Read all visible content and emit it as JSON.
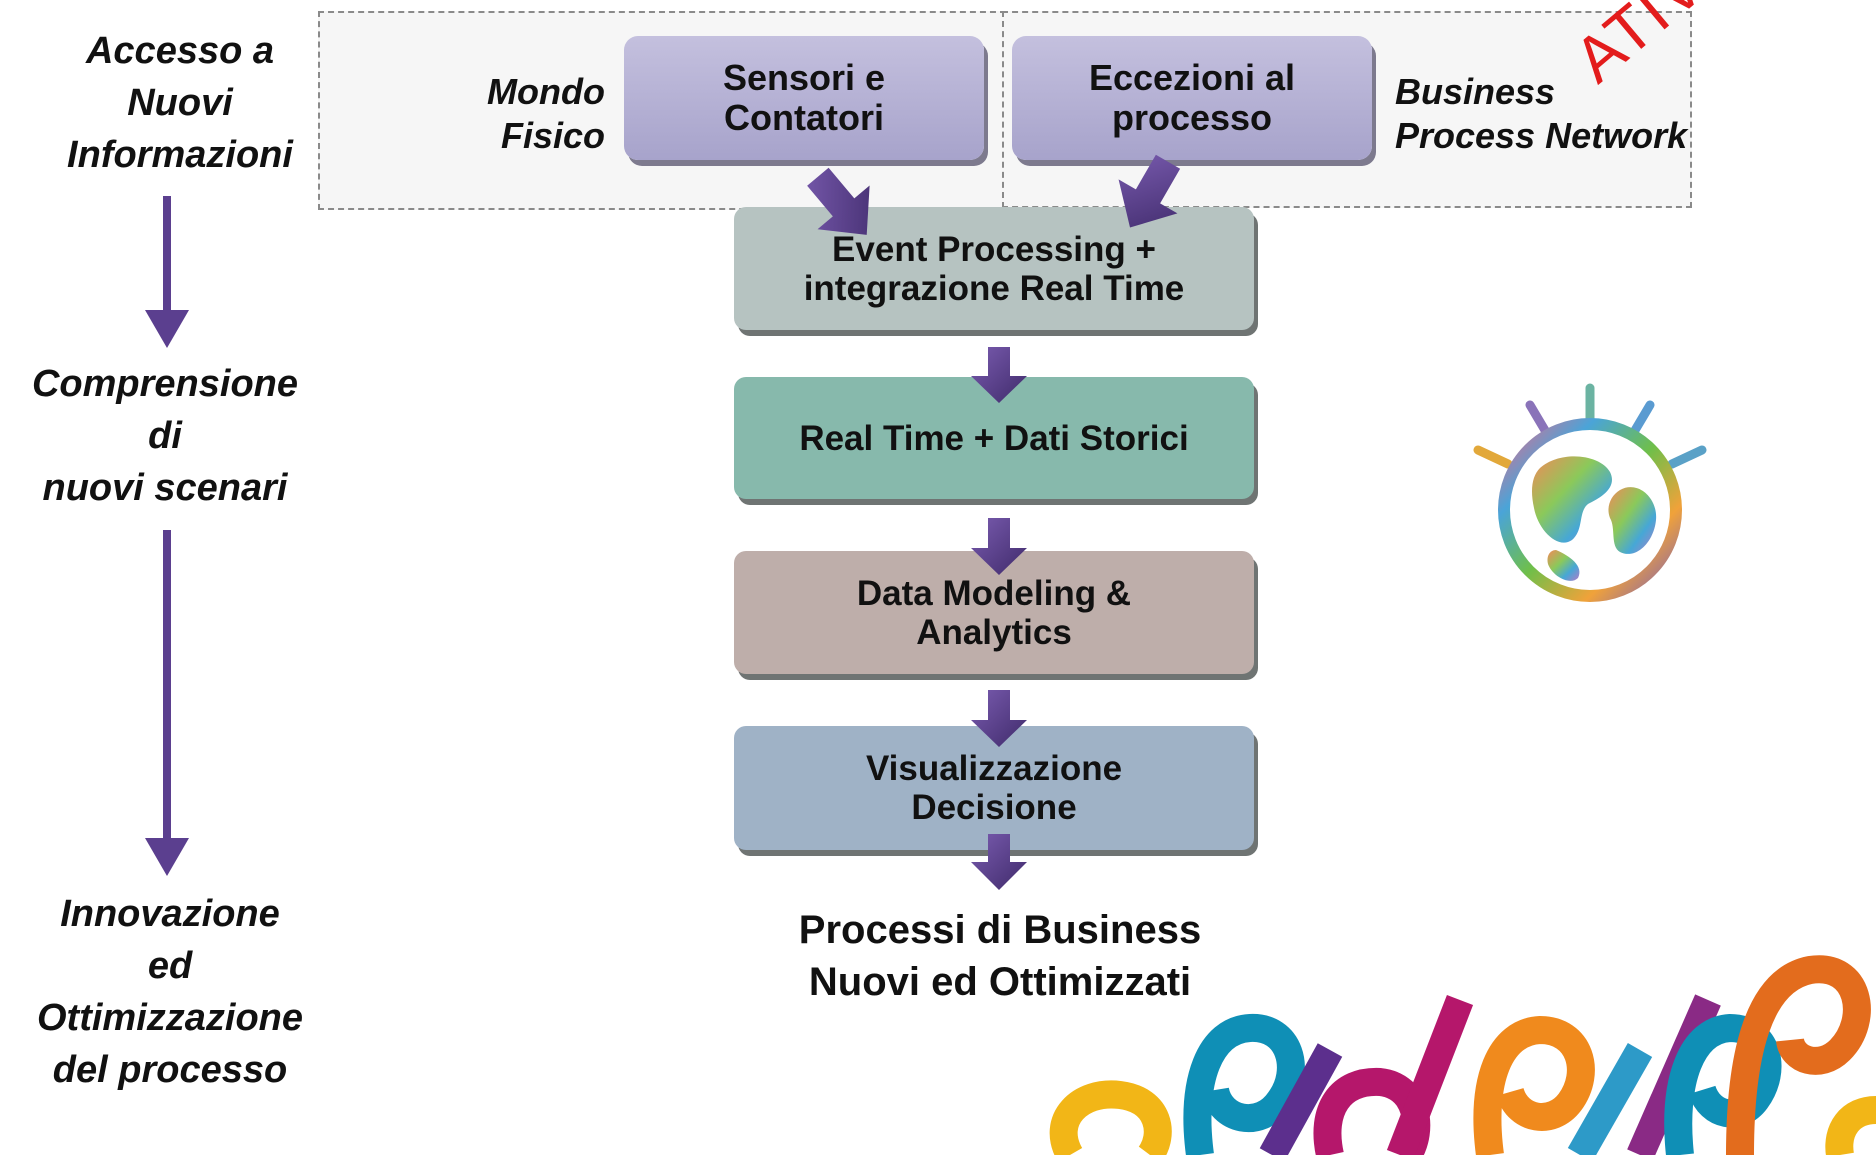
{
  "stages": {
    "access": [
      "Accesso a",
      "Nuovi",
      "Informazioni"
    ],
    "understanding": [
      "Comprensione",
      "di",
      "nuovi scenari"
    ],
    "innovation": [
      "Innovazione",
      "ed",
      "Ottimizzazione",
      "del processo"
    ]
  },
  "sources": {
    "physical_world": [
      "Mondo",
      "Fisico"
    ],
    "sensors": [
      "Sensori e",
      "Contatori"
    ],
    "exceptions": [
      "Eccezioni al",
      "processo"
    ],
    "business_network": [
      "Business",
      "Process Network"
    ]
  },
  "steps": [
    {
      "lines": [
        "Event Processing +",
        "integrazione Real Time"
      ],
      "color": "#b6c3c1"
    },
    {
      "lines": [
        "Real Time + Dati Storici"
      ],
      "color": "#87b9ac"
    },
    {
      "lines": [
        "Data Modeling &",
        "Analytics"
      ],
      "color": "#beaeaa"
    },
    {
      "lines": [
        "Visualizzazione",
        "Decisione"
      ],
      "color": "#9fb2c6"
    }
  ],
  "outcome": [
    "Processi di Business",
    "Nuovi ed Ottimizzati"
  ],
  "stamp_text": "ATIVE",
  "colors": {
    "arrow": "#5b3f8f",
    "stamp": "#e31c1c"
  },
  "icons": [
    "smarter-planet-globe-icon",
    "decorative-swirl-logo"
  ]
}
